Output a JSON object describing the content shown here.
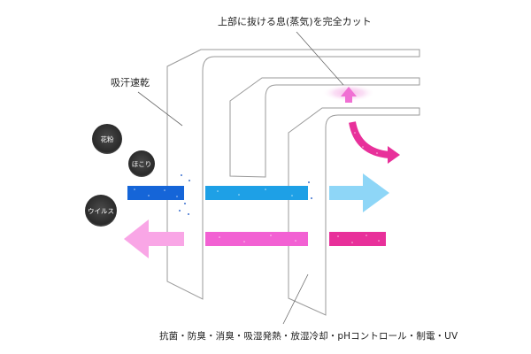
{
  "labels": {
    "top": "上部に抜ける息(蒸気)を完全カット",
    "left": "吸汗速乾",
    "bottom": "抗菌・防臭・消臭・吸湿発熱・放湿冷却・pHコントロール・制電・UV"
  },
  "particles": [
    {
      "id": "pollen",
      "label": "花粉"
    },
    {
      "id": "dust",
      "label": "ほこり"
    },
    {
      "id": "virus",
      "label": "ウイルス"
    }
  ],
  "colors": {
    "arrow_blue_dark": "#1565d8",
    "arrow_blue_mid": "#1ea0e6",
    "arrow_blue_light": "#8ed6f7",
    "arrow_pink_light": "#f9a6e6",
    "arrow_pink_mid": "#f261d3",
    "arrow_pink_dark": "#e8309a",
    "steam_glow": "#f48fd8",
    "particle": "#333333",
    "layer_stroke": "#9a9a9a"
  }
}
